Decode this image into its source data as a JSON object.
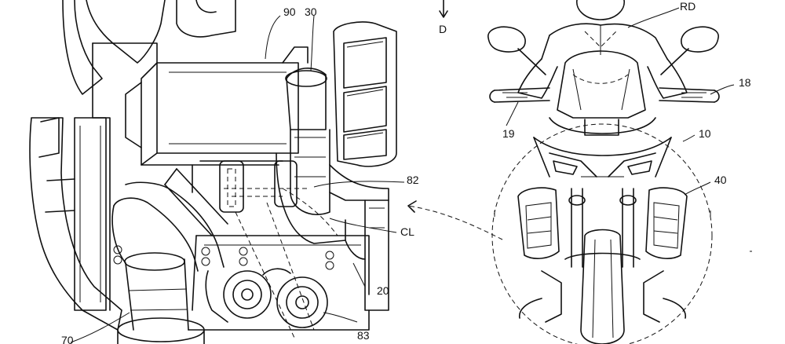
{
  "labels": {
    "l90": "90",
    "l30": "30",
    "l82": "82",
    "lCL": "CL",
    "l83": "83",
    "l20": "20",
    "l70": "70",
    "lD": "D",
    "lRD": "RD",
    "l18": "18",
    "l19": "19",
    "l10": "10",
    "l40": "40"
  },
  "colors": {
    "line": "#111111",
    "background": "#ffffff"
  }
}
